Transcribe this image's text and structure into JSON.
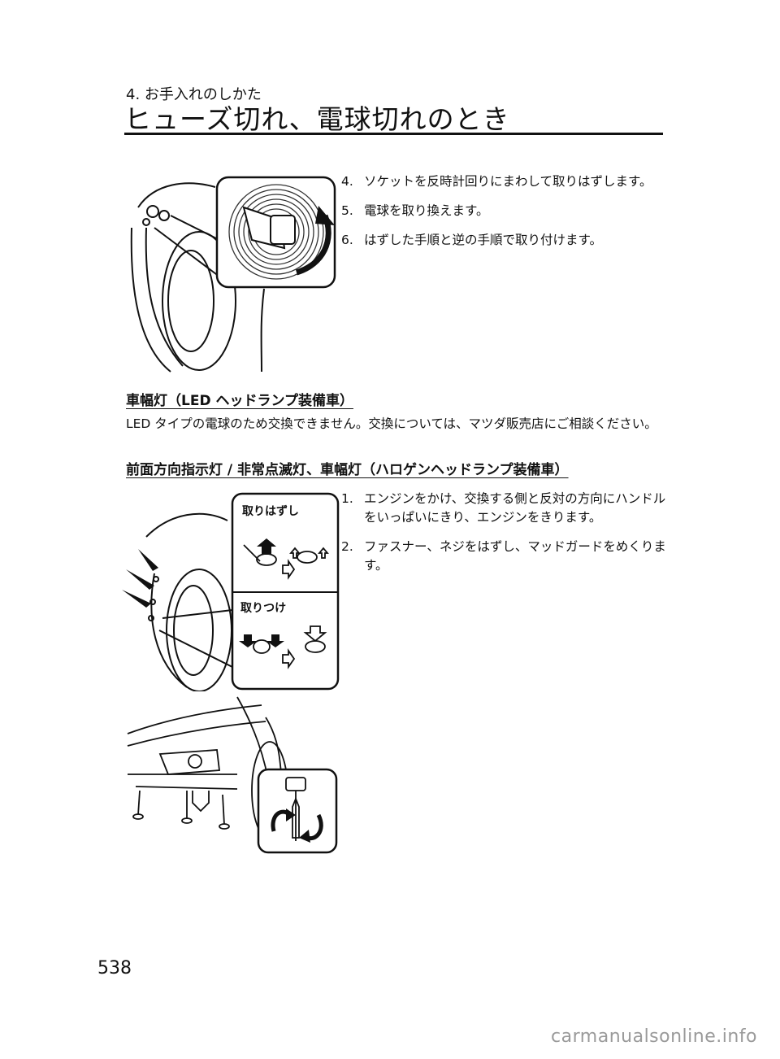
{
  "header": {
    "chapter": "4. お手入れのしかた",
    "title": "ヒューズ切れ、電球切れのとき"
  },
  "steps_top": [
    {
      "num": "4.",
      "text": "ソケットを反時計回りにまわして取りはずします。"
    },
    {
      "num": "5.",
      "text": "電球を取り換えます。"
    },
    {
      "num": "6.",
      "text": "はずした手順と逆の手順で取り付けます。"
    }
  ],
  "section_led": {
    "heading": "車幅灯（LED ヘッドランプ装備車）",
    "body": "LED タイプの電球のため交換できません。交換については、マツダ販売店にご相談ください。"
  },
  "section_front": {
    "heading": "前面方向指示灯 / 非常点滅灯、車幅灯（ハロゲンヘッドランプ装備車）",
    "steps": [
      {
        "num": "1.",
        "text": "エンジンをかけ、交換する側と反対の方向にハンドルをいっぱいにきり、エンジンをきります。"
      },
      {
        "num": "2.",
        "text": "ファスナー、ネジをはずし、マッドガードをめくります。"
      }
    ]
  },
  "illustration_labels": {
    "remove": "取りはずし",
    "install": "取りつけ"
  },
  "footer": {
    "page_number": "538",
    "watermark": "carmanualsonline.info"
  }
}
